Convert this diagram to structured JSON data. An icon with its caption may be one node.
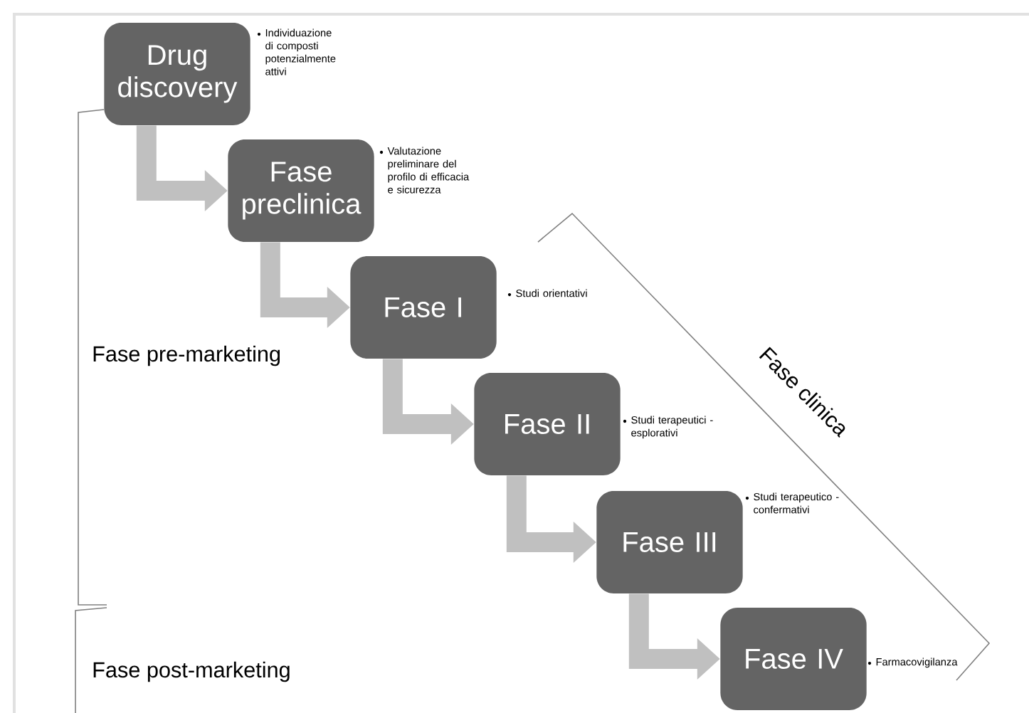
{
  "diagram": {
    "nodes": [
      {
        "text": [
          "Drug discovery"
        ],
        "beside": [
          "Individuazione di composti potenzialmente attivi"
        ]
      },
      {
        "text": [
          "Fase preclinica"
        ],
        "beside": [
          "Valutazione preliminare del profilo di efficacia e sicurezza"
        ]
      },
      {
        "text": [
          "Fase I"
        ],
        "beside": [
          "Studi orientativi"
        ]
      },
      {
        "text": [
          "Fase II"
        ],
        "beside": [
          "Studi terapeutici - esplorativi"
        ]
      },
      {
        "text": [
          "Fase III"
        ],
        "beside": [
          "Studi terapeutico - confermativi"
        ]
      },
      {
        "text": [
          "Fase IV"
        ],
        "beside": [
          "Farmacovigilanza"
        ]
      }
    ],
    "edges": [
      {
        "from": 0,
        "to": 1,
        "arrow": "to"
      },
      {
        "from": 1,
        "to": 2,
        "arrow": "to"
      },
      {
        "from": 2,
        "to": 3,
        "arrow": "to"
      },
      {
        "from": 3,
        "to": 4,
        "arrow": "to"
      },
      {
        "from": 4,
        "to": 5,
        "arrow": "to"
      }
    ],
    "labels": [
      "Fase pre-marketing",
      "Fase post-marketing",
      "Fase clinica"
    ]
  }
}
